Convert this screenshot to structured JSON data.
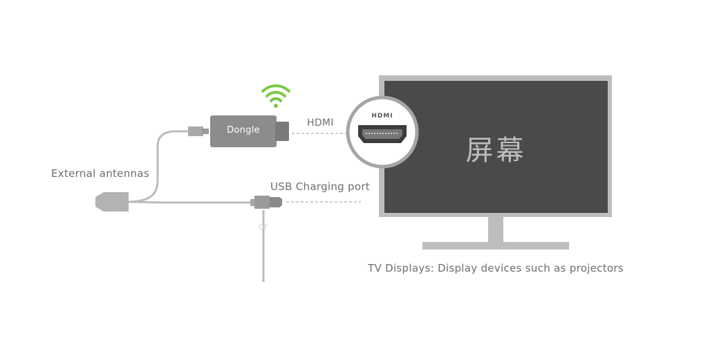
{
  "labels": {
    "external_antennas": "External antennas",
    "hdmi": "HDMI",
    "usb_charging_port": "USB Charging port",
    "or": "or",
    "tv_displays": "TV Displays: Display devices such as projectors",
    "dongle": "Dongle",
    "screen": "屏幕",
    "hdmi_port": "HDMI"
  },
  "icons": {
    "wifi": "wifi-icon",
    "hdmi_port": "hdmi-port-icon"
  },
  "colors": {
    "wifi": "#7ac943",
    "device_gray": "#8c8c8c",
    "cable_gray": "#bbbbbb",
    "screen_dark": "#4a4a4a",
    "tv_frame": "#bdbdbd"
  }
}
